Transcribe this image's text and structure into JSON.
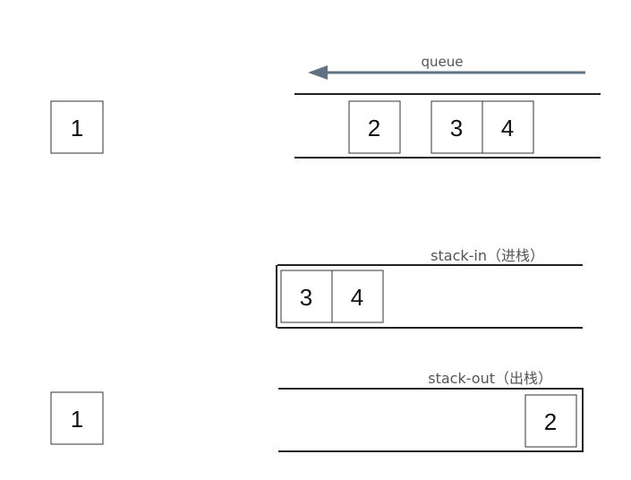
{
  "queue": {
    "label": "queue",
    "items": [
      "2",
      "3",
      "4"
    ],
    "arrow_color": "#5f7182",
    "arrow_direction": "left"
  },
  "stack_in": {
    "label": "stack-in（进栈）",
    "items": [
      "3",
      "4"
    ]
  },
  "stack_out": {
    "label": "stack-out（出栈）",
    "items": [
      "2"
    ]
  },
  "outputs": {
    "top": "1",
    "bottom": "1"
  }
}
